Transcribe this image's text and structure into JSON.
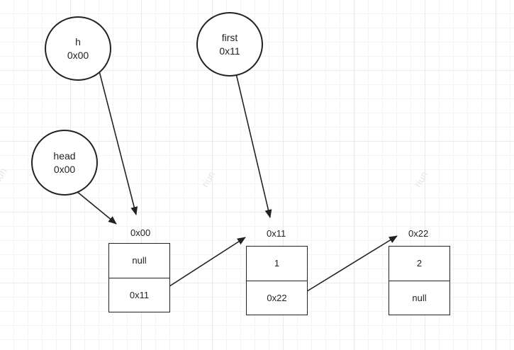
{
  "pointers": {
    "h": {
      "name": "h",
      "value": "0x00"
    },
    "first": {
      "name": "first",
      "value": "0x11"
    },
    "head": {
      "name": "head",
      "value": "0x00"
    }
  },
  "nodes": [
    {
      "address": "0x00",
      "data": "null",
      "next": "0x11"
    },
    {
      "address": "0x11",
      "data": "1",
      "next": "0x22"
    },
    {
      "address": "0x22",
      "data": "2",
      "next": "null"
    }
  ],
  "watermark": "riun"
}
